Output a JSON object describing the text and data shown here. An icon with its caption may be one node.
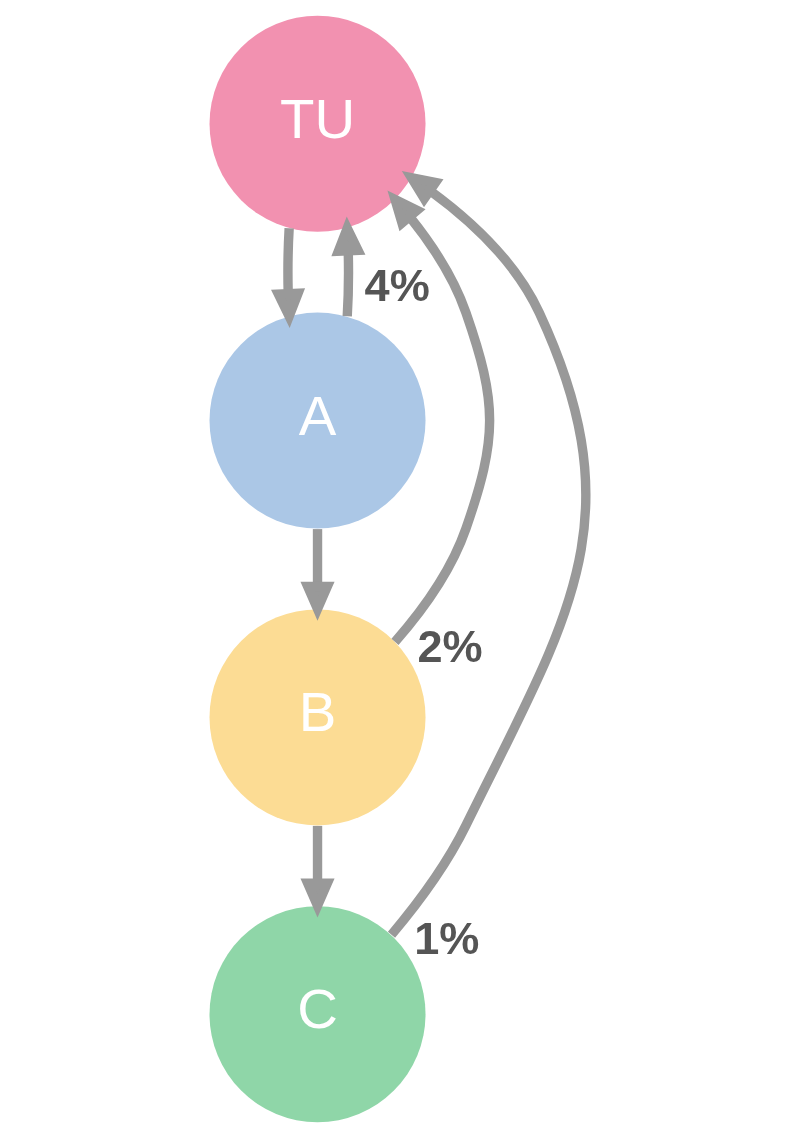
{
  "diagram": {
    "nodes": [
      {
        "text": [
          "TU"
        ]
      },
      {
        "text": [
          "A"
        ]
      },
      {
        "text": [
          "B"
        ]
      },
      {
        "text": [
          "C"
        ]
      }
    ],
    "edges": [
      {
        "from": 0,
        "to": 1,
        "arrow": "to"
      },
      {
        "from": 1,
        "to": 2,
        "arrow": "to"
      },
      {
        "from": 2,
        "to": 3,
        "arrow": "to"
      },
      {
        "from": 1,
        "to": 0,
        "arrow": "to",
        "label": "4%"
      },
      {
        "from": 2,
        "to": 0,
        "arrow": "to",
        "label": "2%"
      },
      {
        "from": 3,
        "to": 0,
        "arrow": "to",
        "label": "1%"
      }
    ]
  }
}
